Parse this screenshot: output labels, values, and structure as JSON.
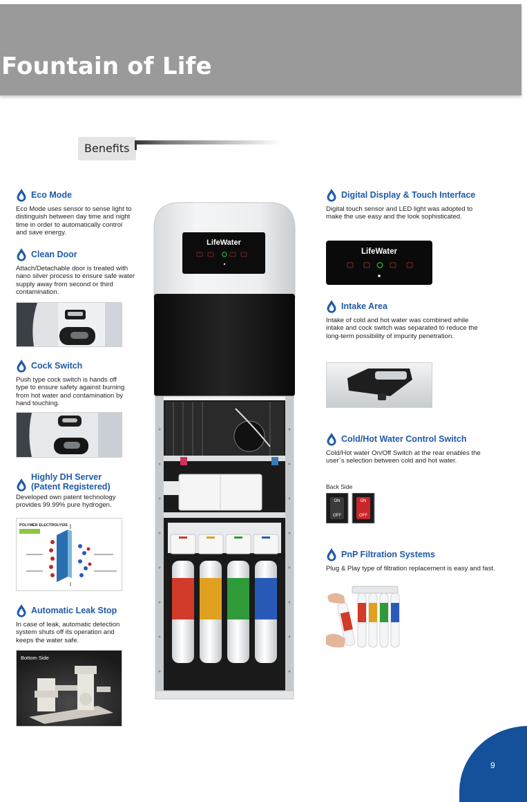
{
  "header": {
    "title": "Fountain of Life"
  },
  "benefits": {
    "label": "Benefits"
  },
  "sections": {
    "eco_mode": {
      "title": "Eco Mode",
      "lines": [
        "Eco Mode uses sensor to sense light to",
        "distinguish between day time and night",
        "time in order to automatically control",
        "and save energy."
      ]
    },
    "clean_door": {
      "title": "Clean Door",
      "lines": [
        "Attach/Detachable door is treated with",
        "nano silver process to ensure safe water",
        "supply away from second or third",
        "contamination."
      ]
    },
    "cock_switch": {
      "title": "Cock Switch",
      "lines": [
        "Push type cock switch is hands off",
        "type to ensure safety against burning",
        "from hot water and contamination by",
        "hand touching."
      ]
    },
    "dh_server": {
      "title_line1": "Highly DH Server",
      "title_line2": "(Patent Registered)",
      "lines": [
        "Developed own patent technology",
        "provides 99.99% pure hydrogen."
      ]
    },
    "leak_stop": {
      "title": "Automatic Leak Stop",
      "lines": [
        "In case of leak, automatic detection",
        "system shuts off its operation and",
        "keeps the water safe."
      ]
    },
    "digital_display": {
      "title": "Digital Display & Touch Interface",
      "lines": [
        "Digital touch sensor and LED light was adopted to",
        "make the use easy and the look sophisticated."
      ]
    },
    "intake_area": {
      "title": "Intake Area",
      "lines": [
        "Intake of cold and hot water was combined while",
        "intake and cock switch was separated to reduce the",
        "long-term possibility of impurity penetration."
      ]
    },
    "cold_hot": {
      "title": "Cold/Hot Water Control Switch",
      "lines": [
        "Cold/Hot water On/Off Switch at the rear enables the",
        "user`s selection between cold and hot water."
      ]
    },
    "pnp": {
      "title": "PnP Filtration Systems",
      "lines": [
        "Plug & Play type of filtration replacement is easy and fast."
      ]
    }
  },
  "labels": {
    "brand": "LifeWater",
    "bottom_side": "Bottom Side",
    "back_side": "Back Side",
    "switch_on": "ON",
    "switch_off": "OFF",
    "polymer": "POLYMER ELECTROLYSIS"
  },
  "page": {
    "number": "9"
  },
  "colors": {
    "accent": "#1e5aa8",
    "header_bg": "#9a9a9a",
    "page_tab": "#15509a",
    "filter_red": "#d23a2a",
    "filter_yellow": "#e0a020",
    "filter_green": "#2e9a3a",
    "filter_blue": "#2a5ab8"
  }
}
